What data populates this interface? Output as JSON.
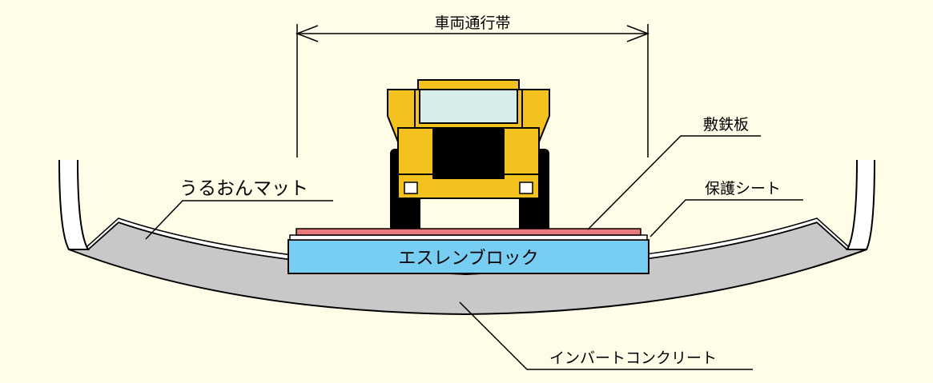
{
  "labels": {
    "vehicle_lane": "車両通行帯",
    "steel_plate": "敷鉄板",
    "protective_sheet": "保護シート",
    "urethane_mat": "うるおんマット",
    "eps_block": "エスレンブロック",
    "invert_concrete": "インバートコンクリート"
  },
  "colors": {
    "background": "#fffde8",
    "concrete": "#c8c8c8",
    "eps_block": "#78cdf2",
    "steel_plate": "#e8797c",
    "truck_body": "#f4c21e",
    "truck_window": "#d8ecec",
    "tire": "#000000"
  }
}
